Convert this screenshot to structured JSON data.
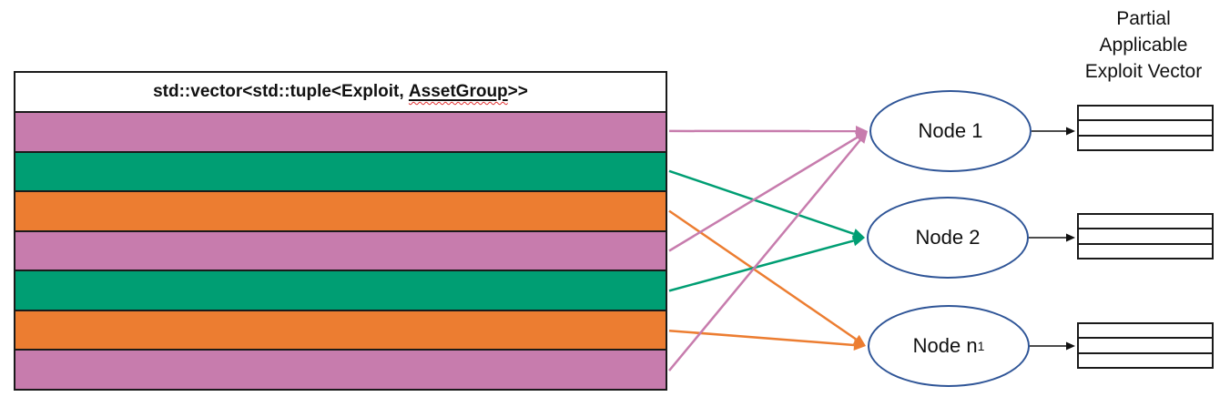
{
  "vector_block": {
    "title_prefix": "std::vector<std::tuple<Exploit, ",
    "title_underlined": "AssetGroup",
    "title_suffix": ">>",
    "rows": [
      {
        "index": 1,
        "color": "pink"
      },
      {
        "index": 2,
        "color": "green"
      },
      {
        "index": 3,
        "color": "orange"
      },
      {
        "index": 4,
        "color": "pink"
      },
      {
        "index": 5,
        "color": "green"
      },
      {
        "index": 6,
        "color": "orange"
      },
      {
        "index": 7,
        "color": "pink"
      }
    ]
  },
  "connections": [
    {
      "from_row": 1,
      "to_node": "node-1",
      "color": "pink"
    },
    {
      "from_row": 2,
      "to_node": "node-2",
      "color": "green"
    },
    {
      "from_row": 3,
      "to_node": "node-n1",
      "color": "orange"
    },
    {
      "from_row": 4,
      "to_node": "node-1",
      "color": "pink"
    },
    {
      "from_row": 5,
      "to_node": "node-2",
      "color": "green"
    },
    {
      "from_row": 6,
      "to_node": "node-n1",
      "color": "orange"
    },
    {
      "from_row": 7,
      "to_node": "node-1",
      "color": "pink"
    }
  ],
  "nodes": [
    {
      "id": "node-1",
      "label": "Node 1",
      "subscript": ""
    },
    {
      "id": "node-2",
      "label": "Node 2",
      "subscript": ""
    },
    {
      "id": "node-n1",
      "label": "Node n",
      "subscript": "1"
    }
  ],
  "output_vectors": {
    "label_lines": [
      "Partial",
      "Applicable",
      "Exploit Vector"
    ],
    "rows_per_table": 3,
    "table_count": 3
  },
  "colors": {
    "pink": "#C77CAD",
    "green": "#009E73",
    "orange": "#EC7D31",
    "node_border": "#2F5597",
    "outline": "#1A1A1A",
    "black_arrow": "#111111"
  }
}
